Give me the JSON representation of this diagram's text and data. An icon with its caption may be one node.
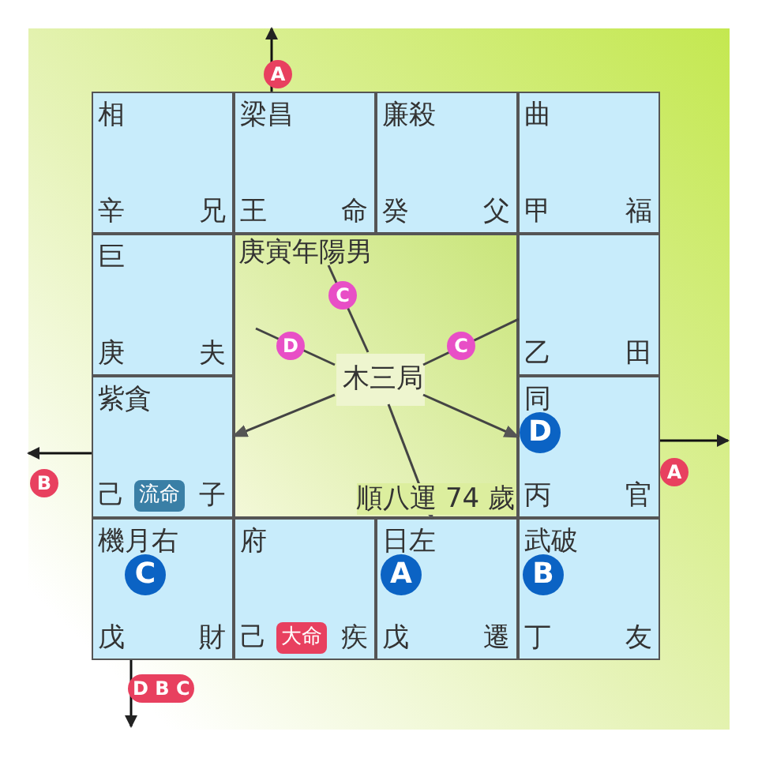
{
  "diagram": {
    "nodes": [
      {
        "text": [
          "相",
          "辛",
          "兄"
        ]
      },
      {
        "text": [
          "梁昌",
          "王",
          "命"
        ]
      },
      {
        "text": [
          "廉殺",
          "癸",
          "父"
        ]
      },
      {
        "text": [
          "曲",
          "甲",
          "福"
        ]
      },
      {
        "text": [
          "巨",
          "庚",
          "夫"
        ]
      },
      {
        "text": [
          "庚寅年陽男",
          "順八運 74 歲"
        ]
      },
      {
        "text": [
          "木三局"
        ],
        "in": 5
      },
      {
        "text": [
          "乙",
          "田"
        ]
      },
      {
        "text": [
          "紫貪",
          "己",
          "流命",
          "子"
        ]
      },
      {
        "text": [
          "同",
          "D",
          "丙",
          "官"
        ]
      },
      {
        "text": [
          "機月右",
          "C",
          "戊",
          "財"
        ]
      },
      {
        "text": [
          "府",
          "己",
          "大命",
          "疾"
        ]
      },
      {
        "text": [
          "日左",
          "A",
          "戊",
          "遷"
        ]
      },
      {
        "text": [
          "武破",
          "B",
          "丁",
          "友"
        ]
      }
    ],
    "edges": [
      {
        "from": 1,
        "to": null,
        "arrow": "to",
        "label": "A"
      },
      {
        "from": 8,
        "to": null,
        "arrow": "to",
        "label": "B"
      },
      {
        "from": 9,
        "to": null,
        "arrow": "to",
        "label": "A"
      },
      {
        "from": 10,
        "to": null,
        "arrow": "to",
        "label": "D B C"
      },
      {
        "from": 6,
        "to": null,
        "arrow": "none",
        "label": "C"
      },
      {
        "from": 6,
        "to": null,
        "arrow": "none",
        "label": "D"
      },
      {
        "from": 6,
        "to": 7,
        "arrow": "none",
        "label": "C"
      },
      {
        "from": 6,
        "to": 8,
        "arrow": "to"
      },
      {
        "from": 6,
        "to": 9,
        "arrow": "to"
      },
      {
        "from": 6,
        "to": 12,
        "arrow": "to"
      }
    ]
  }
}
